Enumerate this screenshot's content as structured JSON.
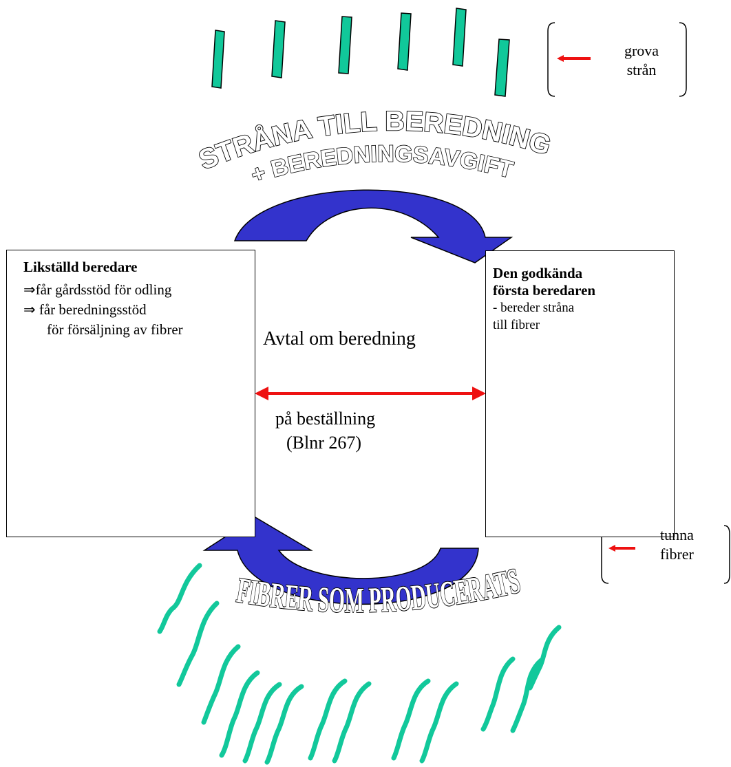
{
  "top_heading": {
    "line1": "STRÅNA TILL BEREDNING",
    "line2": "+ BEREDNINGSAVGIFT"
  },
  "bottom_heading": "FIBRER SOM PRODUCERATS",
  "left_box": {
    "title": "Likställd beredare",
    "bullet_symbol": "⇒",
    "bullet1": "får gårdsstöd för odling",
    "bullet2_line1": "får beredningsstöd",
    "bullet2_line2": "för försäljning av fibrer"
  },
  "right_box": {
    "title_line1": "Den godkända",
    "title_line2": "första beredaren",
    "desc_line1": "- bereder stråna",
    "desc_line2": "till fibrer"
  },
  "center": {
    "title": "Avtal om beredning",
    "note_line1": "på beställning",
    "note_line2": "(Blnr 267)"
  },
  "top_side_label": {
    "line1": "grova",
    "line2": "strån"
  },
  "bottom_side_label": {
    "line1": "tunna",
    "line2": "fibrer"
  },
  "colors": {
    "arrow_fill": "#3333cc",
    "straw_fill": "#11c89a",
    "fiber_stroke": "#12c89b",
    "red_arrow": "#ee1111"
  }
}
